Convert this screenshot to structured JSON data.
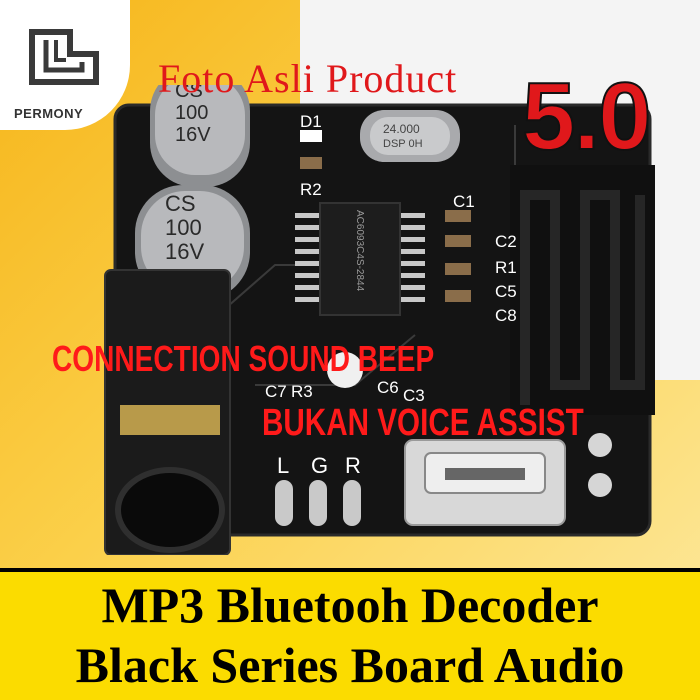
{
  "brand": {
    "name": "PERMONY"
  },
  "overlay": {
    "headline": "Foto Asli Product",
    "version": "5.0",
    "note_line1": "CONNECTION SOUND BEEP",
    "note_line2": "BUKAN VOICE ASSIST"
  },
  "board_labels": {
    "cap1": [
      "CS",
      "100",
      "16V"
    ],
    "cap2": [
      "CS",
      "100",
      "16V"
    ],
    "crystal": [
      "24.000",
      "DSP 0H"
    ],
    "chip": "AC6093C4S-2844",
    "refs": [
      "D1",
      "R2",
      "C1",
      "C2",
      "R1",
      "C5",
      "C8",
      "C7",
      "R3",
      "C6",
      "C3",
      "L",
      "G",
      "R"
    ]
  },
  "banner": {
    "line1": "MP3 Bluetooh Decoder",
    "line2": "Black Series Board Audio"
  },
  "colors": {
    "accent_red": "#e0181b",
    "banner_yellow": "#fbdc00",
    "board_black": "#141414"
  }
}
